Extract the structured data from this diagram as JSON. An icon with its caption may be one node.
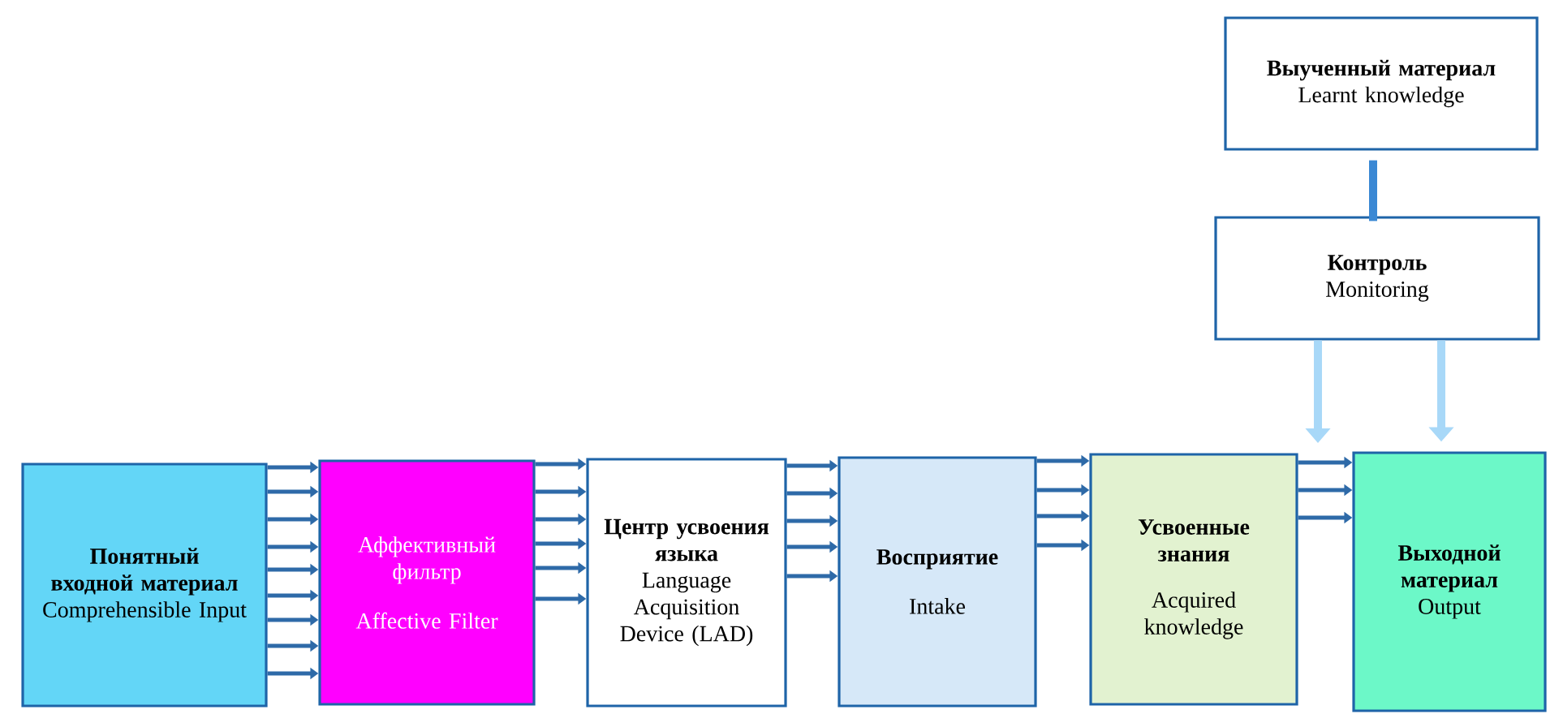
{
  "diagram": {
    "nodes": [
      {
        "text": [
          "Понятный входной материал",
          "Comprehensible Input"
        ]
      },
      {
        "text": [
          "Аффективный фильтр",
          "Affective Filter"
        ]
      },
      {
        "text": [
          "Центр усвоения языка",
          "Language Acquisition Device (LAD)"
        ]
      },
      {
        "text": [
          "Восприятие",
          "Intake"
        ]
      },
      {
        "text": [
          "Усвоенные знания",
          "Acquired knowledge"
        ]
      },
      {
        "text": [
          "Выходной материал",
          "Output"
        ]
      },
      {
        "text": [
          "Выученный материал",
          "Learnt knowledge"
        ]
      },
      {
        "text": [
          "Контроль",
          "Monitoring"
        ]
      }
    ],
    "edges": [
      {
        "from": 0,
        "to": 1,
        "arrow": "to"
      },
      {
        "from": 0,
        "to": 1,
        "arrow": "to"
      },
      {
        "from": 0,
        "to": 1,
        "arrow": "to"
      },
      {
        "from": 0,
        "to": 1,
        "arrow": "to"
      },
      {
        "from": 0,
        "to": 1,
        "arrow": "to"
      },
      {
        "from": 0,
        "to": 1,
        "arrow": "to"
      },
      {
        "from": 0,
        "to": 1,
        "arrow": "to"
      },
      {
        "from": 0,
        "to": 1,
        "arrow": "to"
      },
      {
        "from": 0,
        "to": 1,
        "arrow": "to"
      },
      {
        "from": 1,
        "to": 2,
        "arrow": "to"
      },
      {
        "from": 1,
        "to": 2,
        "arrow": "to"
      },
      {
        "from": 1,
        "to": 2,
        "arrow": "to"
      },
      {
        "from": 1,
        "to": 2,
        "arrow": "to"
      },
      {
        "from": 1,
        "to": 2,
        "arrow": "to"
      },
      {
        "from": 1,
        "to": 2,
        "arrow": "to"
      },
      {
        "from": 2,
        "to": 3,
        "arrow": "to"
      },
      {
        "from": 2,
        "to": 3,
        "arrow": "to"
      },
      {
        "from": 2,
        "to": 3,
        "arrow": "to"
      },
      {
        "from": 2,
        "to": 3,
        "arrow": "to"
      },
      {
        "from": 2,
        "to": 3,
        "arrow": "to"
      },
      {
        "from": 3,
        "to": 4,
        "arrow": "to"
      },
      {
        "from": 3,
        "to": 4,
        "arrow": "to"
      },
      {
        "from": 3,
        "to": 4,
        "arrow": "to"
      },
      {
        "from": 3,
        "to": 4,
        "arrow": "to"
      },
      {
        "from": 4,
        "to": 5,
        "arrow": "to"
      },
      {
        "from": 4,
        "to": 5,
        "arrow": "to"
      },
      {
        "from": 4,
        "to": 5,
        "arrow": "to"
      },
      {
        "from": 6,
        "to": 7,
        "arrow": "none",
        "style": "thick",
        "color": "#3a88d4"
      },
      {
        "from": 7,
        "to": null,
        "arrow": "to",
        "style": "thick",
        "color": "#a8d8f8"
      },
      {
        "from": 7,
        "to": 5,
        "arrow": "to",
        "style": "thick",
        "color": "#a8d8f8"
      }
    ]
  }
}
